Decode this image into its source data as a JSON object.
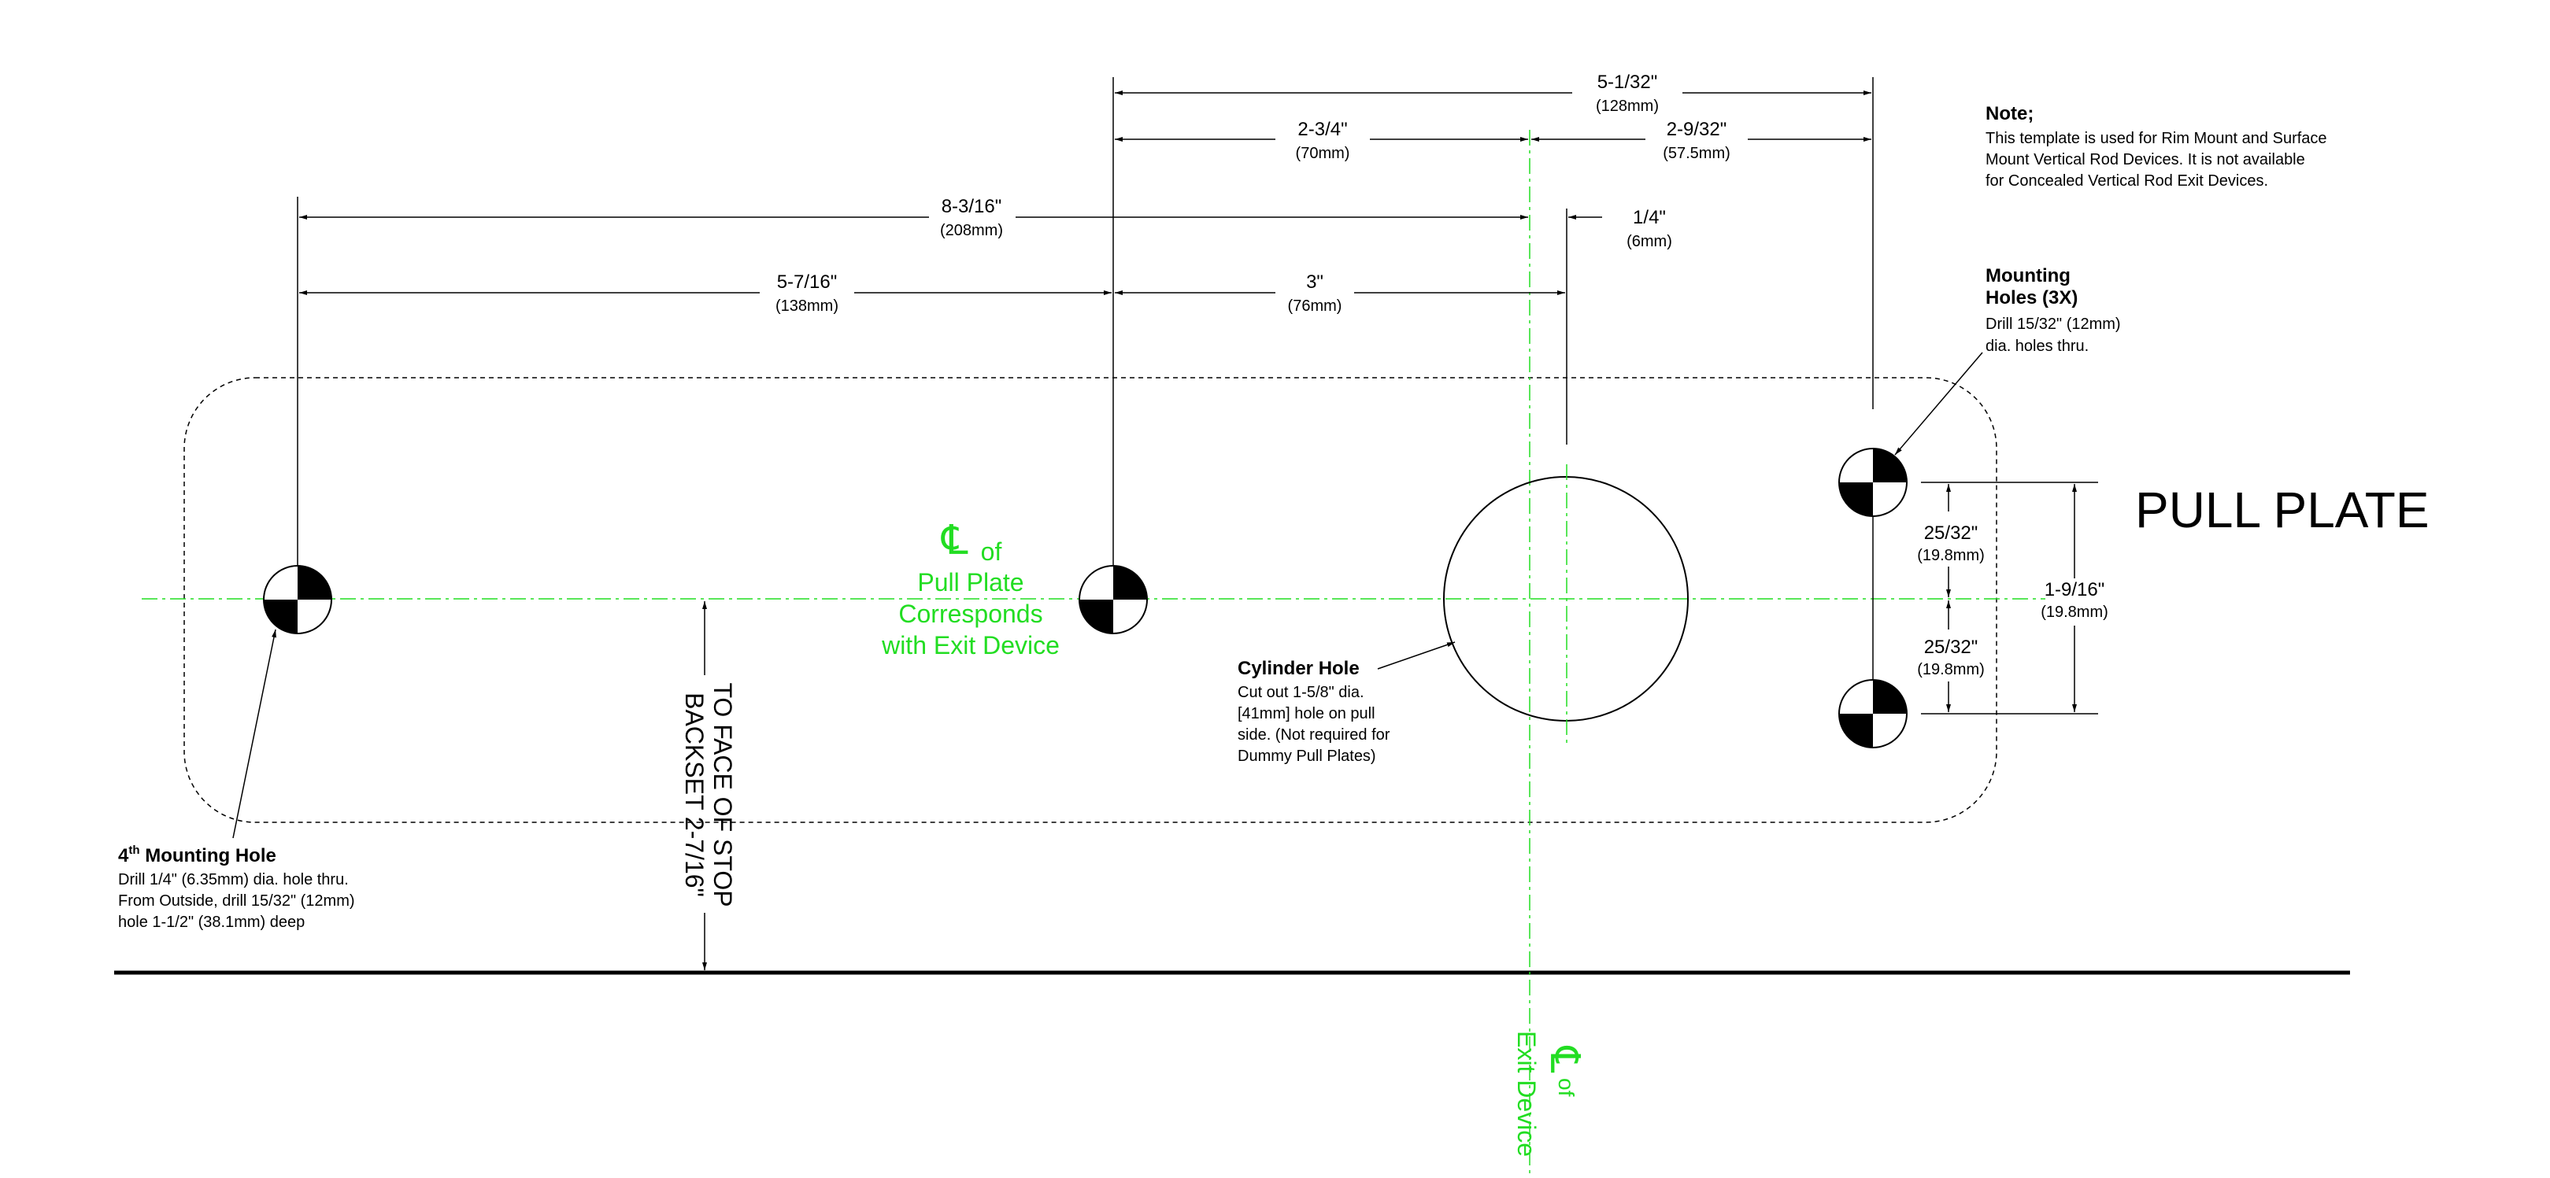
{
  "note": {
    "title": "Note;",
    "lines": [
      "This template is used for Rim Mount and Surface",
      "Mount Vertical Rod Devices.  It is not available",
      "for Concealed Vertical Rod Exit Devices."
    ]
  },
  "plate_title": "PULL PLATE",
  "dimensions": {
    "d_5_1_32": {
      "main": "5-1/32\"",
      "sub": "(128mm)"
    },
    "d_2_3_4": {
      "main": "2-3/4\"",
      "sub": "(70mm)"
    },
    "d_2_9_32": {
      "main": "2-9/32\"",
      "sub": "(57.5mm)"
    },
    "d_8_3_16": {
      "main": "8-3/16\"",
      "sub": "(208mm)"
    },
    "d_1_4": {
      "main": "1/4\"",
      "sub": "(6mm)"
    },
    "d_5_7_16": {
      "main": "5-7/16\"",
      "sub": "(138mm)"
    },
    "d_3": {
      "main": "3\"",
      "sub": "(76mm)"
    },
    "d_25_32_top": {
      "main": "25/32\"",
      "sub": "(19.8mm)"
    },
    "d_25_32_bottom": {
      "main": "25/32\"",
      "sub": "(19.8mm)"
    },
    "d_1_9_16": {
      "main": "1-9/16\"",
      "sub": "(19.8mm)"
    }
  },
  "mounting_holes_label": {
    "title_lines": [
      "Mounting",
      "Holes (3X)"
    ],
    "body_lines": [
      "Drill 15/32\" (12mm)",
      "dia. holes thru."
    ]
  },
  "cylinder_hole_label": {
    "title": "Cylinder Hole",
    "body_lines": [
      "Cut out 1-5/8\" dia.",
      "[41mm] hole on pull",
      "side. (Not required for",
      "Dummy Pull Plates)"
    ]
  },
  "fourth_hole_label": {
    "title_prefix": "4",
    "title_sup": "th",
    "title_suffix": " Mounting Hole",
    "body_lines": [
      "Drill 1/4\" (6.35mm) dia. hole thru.",
      "From Outside, drill 15/32\" (12mm)",
      "hole 1-1/2\" (38.1mm) deep"
    ]
  },
  "centerline_pull_plate": {
    "symbol": "℄",
    "of": "of",
    "lines": [
      "Pull Plate",
      "Corresponds",
      "with Exit Device"
    ]
  },
  "centerline_exit_device": {
    "symbol": "℄",
    "of": "of",
    "line": "Exit Device"
  },
  "backset": {
    "line1": "TO FACE OF STOP",
    "line2": "BACKSET 2-7/16\""
  },
  "colors": {
    "centerline": "#22dd22",
    "ink": "#000000"
  }
}
